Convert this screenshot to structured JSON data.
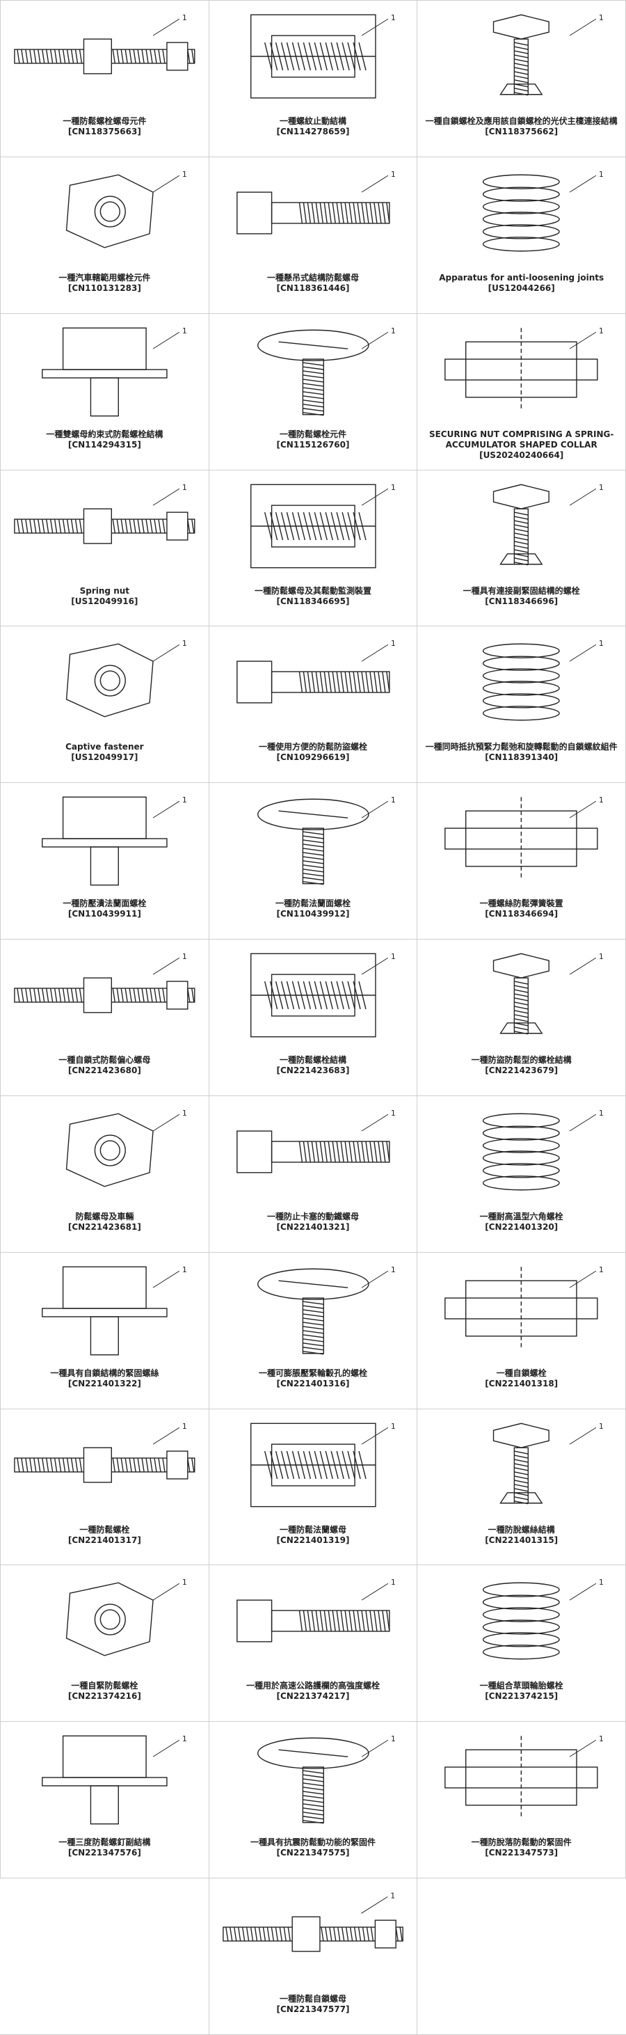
{
  "items": [
    {
      "title": "一種防鬆螺栓螺母元件",
      "patent": "[CN118375663]"
    },
    {
      "title": "一種螺紋止動結構",
      "patent": "[CN114278659]"
    },
    {
      "title": "一種自鎖螺栓及應用該自鎖螺栓的光伏主檁連接結構",
      "patent": "[CN118375662]"
    },
    {
      "title": "一種汽車轄範用螺栓元件",
      "patent": "[CN110131283]"
    },
    {
      "title": "一種懸吊式結構防鬆螺母",
      "patent": "[CN118361446]"
    },
    {
      "title": "Apparatus for anti-loosening joints",
      "patent": "[US12044266]"
    },
    {
      "title": "一種雙螺母約束式防鬆螺栓結構",
      "patent": "[CN114294315]"
    },
    {
      "title": "一種防鬆螺栓元件",
      "patent": "[CN115126760]"
    },
    {
      "title": "SECURING NUT COMPRISING A SPRING-ACCUMULATOR SHAPED COLLAR",
      "patent": "[US20240240664]"
    },
    {
      "title": "Spring nut",
      "patent": "[US12049916]"
    },
    {
      "title": "一種防鬆螺母及其鬆動監測裝置",
      "patent": "[CN118346695]"
    },
    {
      "title": "一種具有連接副緊固結構的螺栓",
      "patent": "[CN118346696]"
    },
    {
      "title": "Captive fastener",
      "patent": "[US12049917]"
    },
    {
      "title": "一種使用方便的防鬆防盜螺栓",
      "patent": "[CN109296619]"
    },
    {
      "title": "一種同時抵抗預緊力鬆弛和旋轉鬆動的自鎖螺紋組件",
      "patent": "[CN118391340]"
    },
    {
      "title": "一種防壓潰法蘭面螺栓",
      "patent": "[CN110439911]"
    },
    {
      "title": "一種防鬆法蘭面螺栓",
      "patent": "[CN110439912]"
    },
    {
      "title": "一種螺絲防鬆彈簧裝置",
      "patent": "[CN118346694]"
    },
    {
      "title": "一種自鎖式防鬆偏心螺母",
      "patent": "[CN221423680]"
    },
    {
      "title": "一種防鬆螺栓結構",
      "patent": "[CN221423683]"
    },
    {
      "title": "一種防盜防鬆型的螺栓結構",
      "patent": "[CN221423679]"
    },
    {
      "title": "防鬆螺母及車輛",
      "patent": "[CN221423681]"
    },
    {
      "title": "一種防止卡塞的動鐵螺母",
      "patent": "[CN221401321]"
    },
    {
      "title": "一種耐高溫型六角螺栓",
      "patent": "[CN221401320]"
    },
    {
      "title": "一種具有自鎖結構的緊固螺絲",
      "patent": "[CN221401322]"
    },
    {
      "title": "一種可膨脹壓緊輪轂孔的螺栓",
      "patent": "[CN221401316]"
    },
    {
      "title": "一種自鎖螺栓",
      "patent": "[CN221401318]"
    },
    {
      "title": "一種防鬆螺栓",
      "patent": "[CN221401317]"
    },
    {
      "title": "一種防鬆法蘭螺母",
      "patent": "[CN221401319]"
    },
    {
      "title": "一種防脫螺絲結構",
      "patent": "[CN221401315]"
    },
    {
      "title": "一種自緊防鬆螺栓",
      "patent": "[CN221374216]"
    },
    {
      "title": "一種用於高速公路護欄的高強度螺栓",
      "patent": "[CN221374217]"
    },
    {
      "title": "一種組合草頭輪胎螺栓",
      "patent": "[CN221374215]"
    },
    {
      "title": "一種三度防鬆螺釘副結構",
      "patent": "[CN221347576]"
    },
    {
      "title": "一種具有抗震防鬆動功能的緊固件",
      "patent": "[CN221347575]"
    },
    {
      "title": "一種防脫落防鬆動的緊固件",
      "patent": "[CN221347573]"
    },
    {
      "title": "一種防鬆自鎖螺母",
      "patent": "[CN221347577]"
    }
  ]
}
